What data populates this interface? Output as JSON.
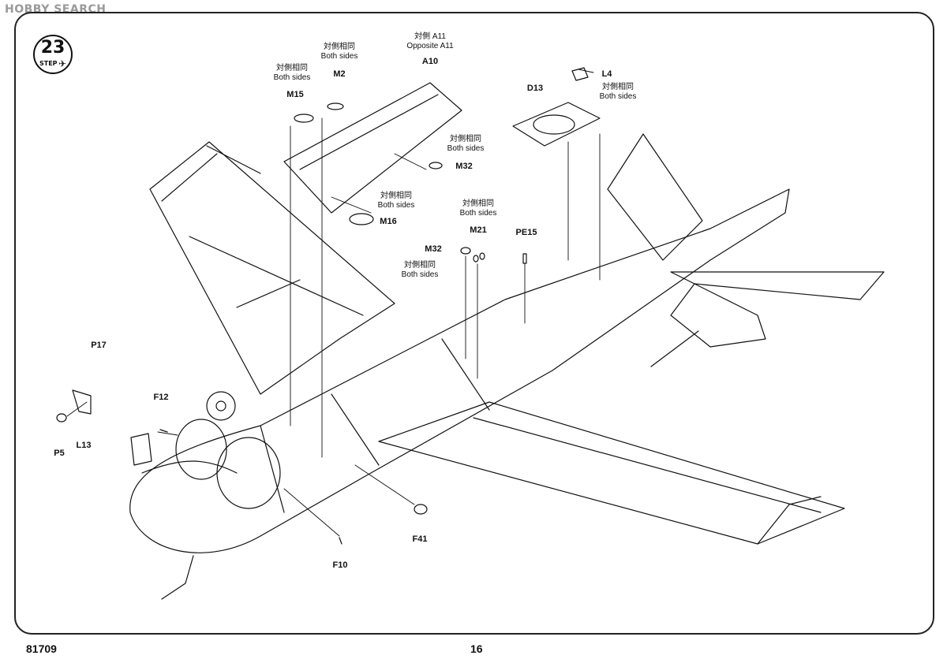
{
  "watermark": "HOBBY SEARCH",
  "step": {
    "number": "23",
    "word": "STEP"
  },
  "labels": {
    "both_sides_jp": "対側相同",
    "both_sides_en": "Both sides",
    "opposite_jp": "対側 A11",
    "opposite_en": "Opposite A11"
  },
  "parts": {
    "A10": "A10",
    "M2": "M2",
    "M15": "M15",
    "M32a": "M32",
    "M16": "M16",
    "M32b": "M32",
    "M21": "M21",
    "PE15": "PE15",
    "D13": "D13",
    "L4": "L4",
    "P17": "P17",
    "P5": "P5",
    "L13": "L13",
    "F12": "F12",
    "F10": "F10",
    "F41": "F41"
  },
  "footer": {
    "code": "81709",
    "page": "16"
  }
}
